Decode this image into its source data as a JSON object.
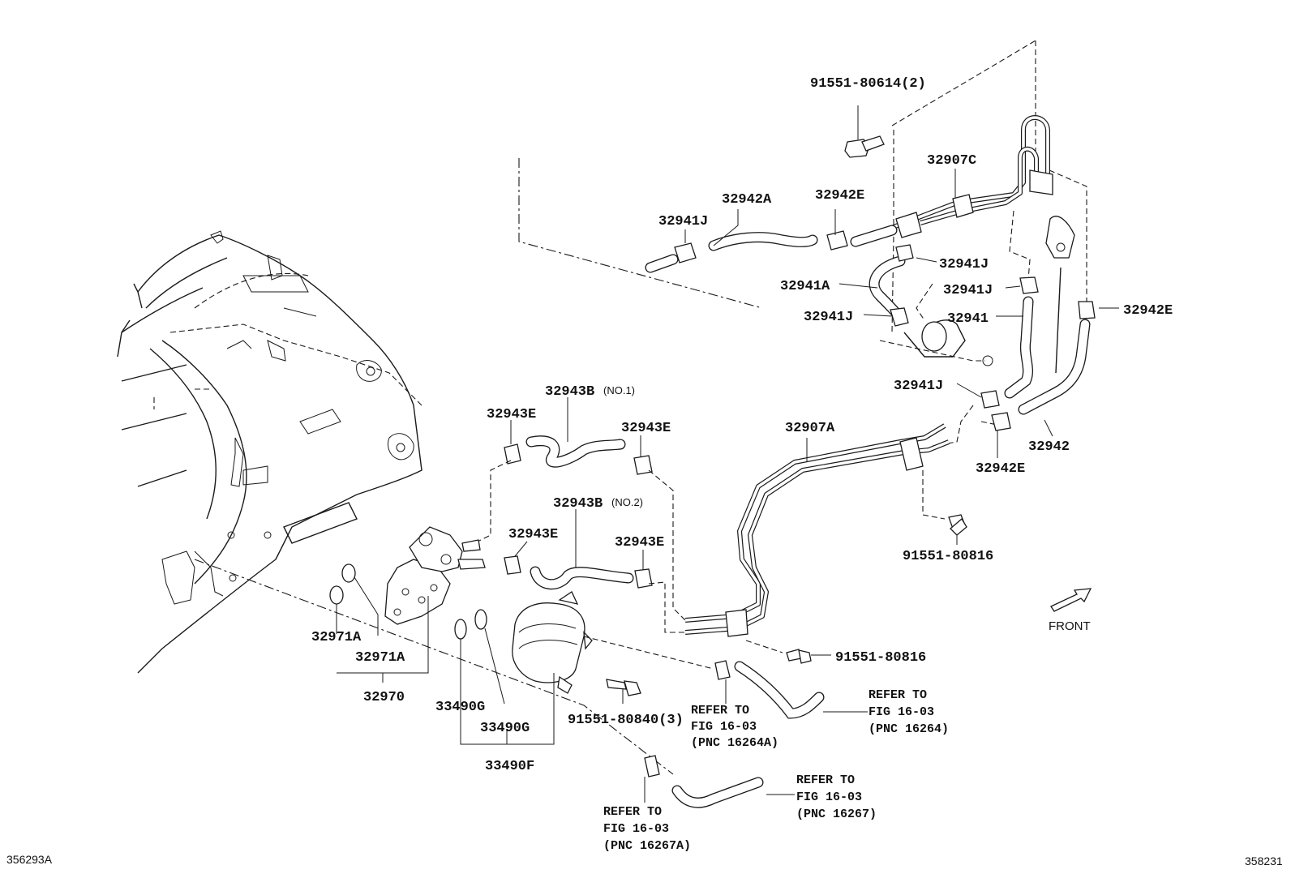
{
  "labels": {
    "p91551_80614": "91551-80614(2)",
    "p32907C": "32907C",
    "p32942A": "32942A",
    "p32942E_top": "32942E",
    "p32941J_left": "32941J",
    "p32941J_mid": "32941J",
    "p32941A": "32941A",
    "p32941J_r1": "32941J",
    "p32941": "32941",
    "p32941J_r2": "32941J",
    "p32942E_right": "32942E",
    "p32941J_low": "32941J",
    "p32942": "32942",
    "p32942E_low": "32942E",
    "p32907A": "32907A",
    "p91551_80816_a": "91551-80816",
    "p91551_80816_b": "91551-80816",
    "p32943B_no1": "32943B",
    "p32943B_no1_suffix": "(NO.1)",
    "p32943B_no2": "32943B",
    "p32943B_no2_suffix": "(NO.2)",
    "p32943E_1": "32943E",
    "p32943E_2": "32943E",
    "p32943E_3": "32943E",
    "p32943E_4": "32943E",
    "p32971A_1": "32971A",
    "p32971A_2": "32971A",
    "p32970": "32970",
    "p33490G_1": "33490G",
    "p33490G_2": "33490G",
    "p33490F": "33490F",
    "p91551_80840": "91551-80840(3)"
  },
  "refs": {
    "r16264A": [
      "REFER TO",
      "FIG 16-03",
      "(PNC 16264A)"
    ],
    "r16264": [
      "REFER TO",
      "FIG 16-03",
      "(PNC 16264)"
    ],
    "r16267A": [
      "REFER TO",
      "FIG 16-03",
      "(PNC 16267A)"
    ],
    "r16267": [
      "REFER TO",
      "FIG 16-03",
      "(PNC 16267)"
    ]
  },
  "front_label": "FRONT",
  "corner_left": "356293A",
  "corner_right": "358231"
}
